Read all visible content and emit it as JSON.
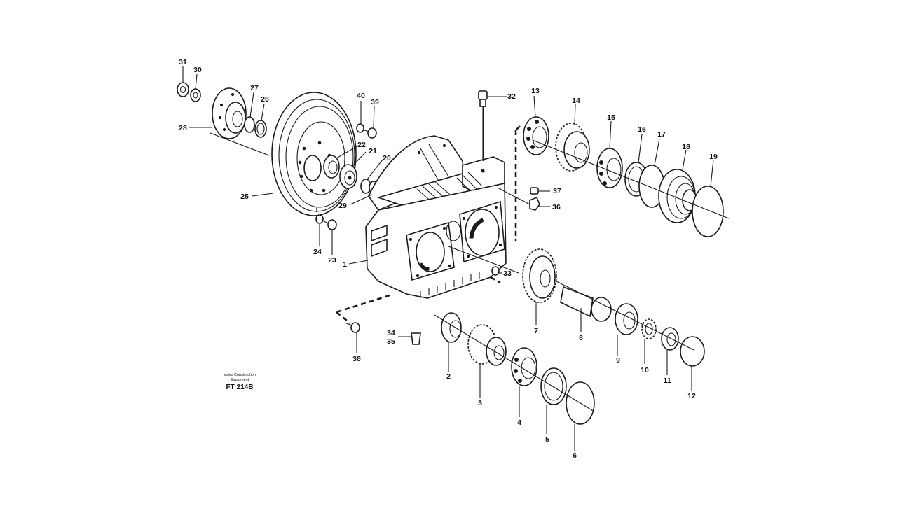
{
  "diagram": {
    "publisher_line1": "Volvo Construction",
    "publisher_line2": "Equipment",
    "figure_ref": "FT 214B",
    "callouts": [
      "1",
      "2",
      "3",
      "4",
      "5",
      "6",
      "7",
      "8",
      "9",
      "10",
      "11",
      "12",
      "13",
      "14",
      "15",
      "16",
      "17",
      "18",
      "19",
      "20",
      "21",
      "22",
      "23",
      "24",
      "25",
      "26",
      "27",
      "28",
      "29",
      "30",
      "31",
      "32",
      "33",
      "34",
      "35",
      "36",
      "37",
      "38",
      "39",
      "40"
    ]
  }
}
